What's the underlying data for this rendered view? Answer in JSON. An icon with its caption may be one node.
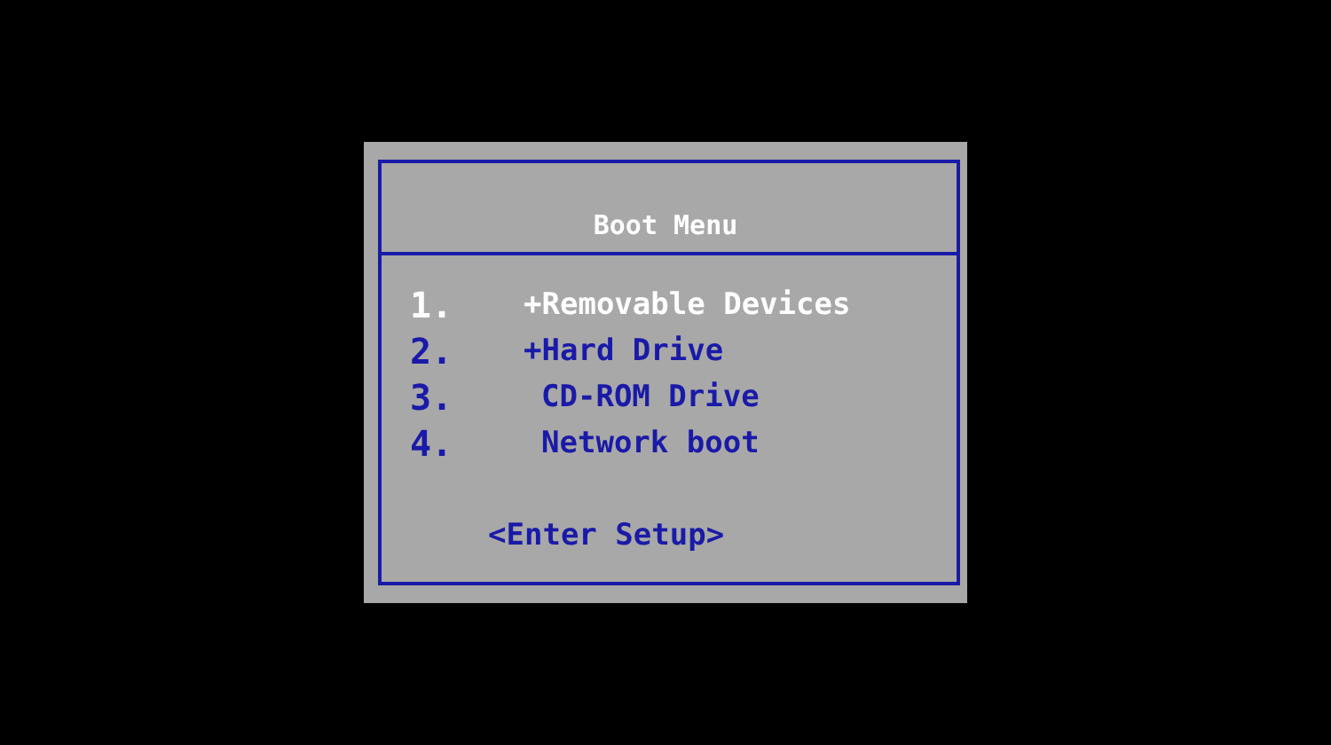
{
  "diagram": {
    "nodes": [
      {
        "text": [
          "Boot Menu"
        ]
      }
    ],
    "labels": [
      "1.",
      "+Removable Devices",
      "2.",
      "+Hard Drive",
      "3.",
      "CD-ROM Drive",
      "4.",
      "Network boot",
      "<Enter Setup>"
    ]
  }
}
